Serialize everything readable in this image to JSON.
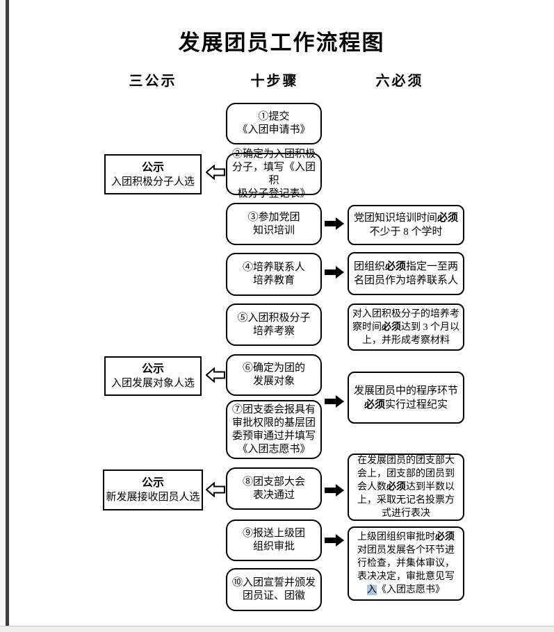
{
  "title": "发展团员工作流程图",
  "columns": {
    "publicity": "三公示",
    "steps": "十步骤",
    "musts": "六必须"
  },
  "steps": [
    {
      "lines": [
        "①提交",
        "《入团申请书》"
      ]
    },
    {
      "lines": [
        "②确定为入团积极",
        "分子，填写《入团积",
        "极分子登记表》"
      ]
    },
    {
      "lines": [
        "③参加党团",
        "知识培训"
      ]
    },
    {
      "lines": [
        "④培养联系人",
        "培养教育"
      ]
    },
    {
      "lines": [
        "⑤入团积极分子",
        "培养考察"
      ]
    },
    {
      "lines": [
        "⑥确定为团的",
        "发展对象"
      ]
    },
    {
      "lines": [
        "⑦团支委会报具有",
        "审批权限的基层团",
        "委预审通过并填写",
        "《入团志愿书》"
      ]
    },
    {
      "lines": [
        "⑧团支部大会",
        "表决通过"
      ]
    },
    {
      "lines": [
        "⑨报送上级团",
        "组织审批"
      ]
    },
    {
      "lines": [
        "⑩入团宣誓并颁发",
        "团员证、团徽"
      ]
    }
  ],
  "publicity": [
    {
      "title": "公示",
      "subtitle": "入团积极分子人选"
    },
    {
      "title": "公示",
      "subtitle": "入团发展对象人选"
    },
    {
      "title": "公示",
      "subtitle": "新发展接收团员人选"
    }
  ],
  "musts": [
    {
      "lines": [
        [
          {
            "t": "党团知识培训时间"
          },
          {
            "t": "必须",
            "bold": true
          }
        ],
        [
          {
            "t": "不少于 8 个学时"
          }
        ]
      ]
    },
    {
      "lines": [
        [
          {
            "t": "团组织"
          },
          {
            "t": "必须",
            "bold": true
          },
          {
            "t": "指定一至两"
          }
        ],
        [
          {
            "t": "名团员作为培养联系人"
          }
        ]
      ]
    },
    {
      "lines": [
        [
          {
            "t": "对入团积极分子的培养考"
          }
        ],
        [
          {
            "t": "察时间"
          },
          {
            "t": "必须",
            "bold": true
          },
          {
            "t": "达到 3 个月以"
          }
        ],
        [
          {
            "t": "上，并形成考察材料"
          }
        ]
      ]
    },
    {
      "lines": [
        [
          {
            "t": "发展团员中的程序环节"
          }
        ],
        [
          {
            "t": "必须",
            "bold": true
          },
          {
            "t": "实行过程纪实"
          }
        ]
      ]
    },
    {
      "lines": [
        [
          {
            "t": "在发展团员的团支部大"
          }
        ],
        [
          {
            "t": "会上，团支部的团员到"
          }
        ],
        [
          {
            "t": "会人数"
          },
          {
            "t": "必须",
            "bold": true
          },
          {
            "t": "达到半数以"
          }
        ],
        [
          {
            "t": "上，采取无记名投票方"
          }
        ],
        [
          {
            "t": "式进行表决"
          }
        ]
      ]
    },
    {
      "lines": [
        [
          {
            "t": "上级团组织审批时"
          },
          {
            "t": "必须",
            "bold": true
          }
        ],
        [
          {
            "t": "对团员发展各个环节进"
          }
        ],
        [
          {
            "t": "行检查，并集体审议，"
          }
        ],
        [
          {
            "t": "表决决定，审批意见写"
          }
        ],
        [
          {
            "t": "入",
            "hl": true
          },
          {
            "t": "《入团志愿书》"
          }
        ]
      ]
    }
  ],
  "colors": {
    "highlight": "#a9c7e3",
    "box_border": "#000000",
    "edge_bar": "#3d3d3d"
  }
}
